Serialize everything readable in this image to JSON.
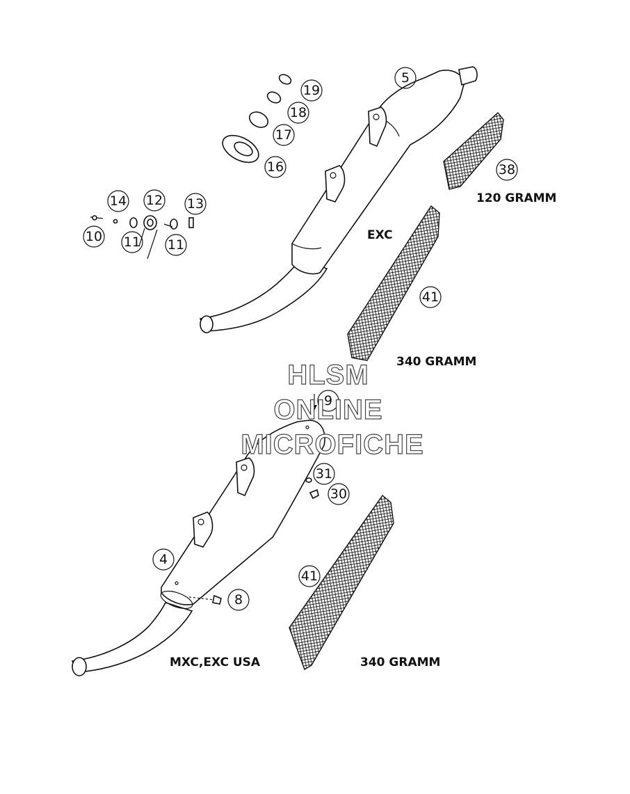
{
  "watermark": {
    "line1": "HLSM",
    "line2": "ONLINE",
    "line3": "MICROFICHE"
  },
  "labels": {
    "exc": "EXC",
    "mxc_exc_usa": "MXC,EXC USA",
    "gramm_120": "120 GRAMM",
    "gramm_340_upper": "340 GRAMM",
    "gramm_340_lower": "340 GRAMM"
  },
  "callouts": {
    "c5": "5",
    "c19": "19",
    "c18": "18",
    "c17": "17",
    "c16": "16",
    "c38": "38",
    "c14": "14",
    "c12": "12",
    "c13": "13",
    "c10": "10",
    "c11a": "11",
    "c11b": "11",
    "c41a": "41",
    "c9": "9",
    "c31": "31",
    "c30": "30",
    "c4": "4",
    "c8": "8",
    "c41b": "41"
  }
}
